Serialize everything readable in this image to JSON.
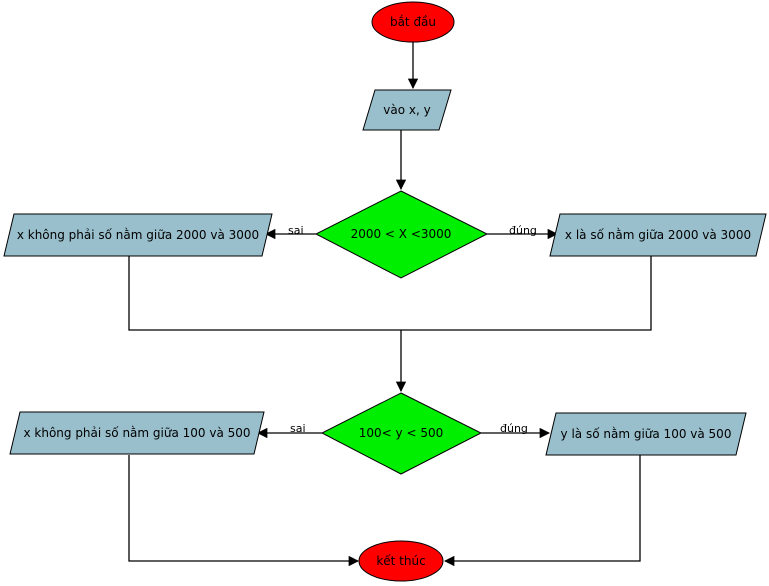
{
  "nodes": {
    "start": {
      "label": "bắt đầu",
      "shape": "ellipse",
      "color": "#ff0000"
    },
    "input": {
      "label": "vào x, y",
      "shape": "parallelogram",
      "color": "#99bfcc"
    },
    "cond1": {
      "label": "2000 < X <3000",
      "shape": "diamond",
      "color": "#00ee00"
    },
    "false1": {
      "label": "x không phải số nằm giữa 2000 và 3000",
      "shape": "parallelogram",
      "color": "#99bfcc"
    },
    "true1": {
      "label": "x là số nằm giữa 2000 và 3000",
      "shape": "parallelogram",
      "color": "#99bfcc"
    },
    "cond2": {
      "label": "100< y < 500",
      "shape": "diamond",
      "color": "#00ee00"
    },
    "false2": {
      "label": "x không phải số nằm giữa 100 và 500",
      "shape": "parallelogram",
      "color": "#99bfcc"
    },
    "true2": {
      "label": "y là số nằm giữa 100 và 500",
      "shape": "parallelogram",
      "color": "#99bfcc"
    },
    "end": {
      "label": "kết thúc",
      "shape": "ellipse",
      "color": "#ff0000"
    }
  },
  "edges": {
    "cond1_false": {
      "label": "sai"
    },
    "cond1_true": {
      "label": "đúng"
    },
    "cond2_false": {
      "label": "sai"
    },
    "cond2_true": {
      "label": "đúng"
    }
  }
}
